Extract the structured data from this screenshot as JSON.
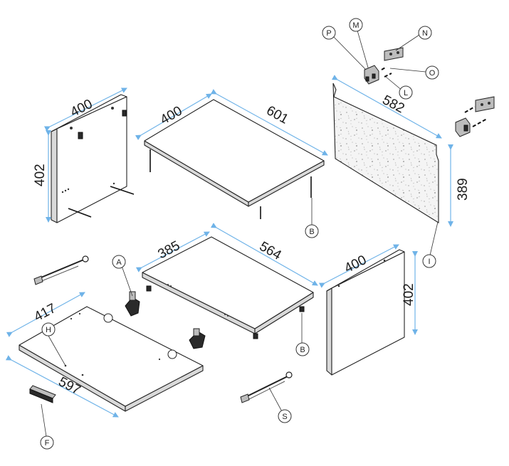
{
  "title": "Cabinet assembly exploded view",
  "colors": {
    "dimension_arrow": "#6fb3e8",
    "outline": "#222222",
    "speckle": "#9a9a9a"
  },
  "dimensions": {
    "left_side_width": "400",
    "left_side_height": "402",
    "top_depth": "400",
    "top_width": "601",
    "back_width": "582",
    "back_height": "389",
    "shelf_depth": "385",
    "shelf_width": "564",
    "right_side_width": "400",
    "right_side_height": "402",
    "bottom_depth": "417",
    "bottom_width": "597"
  },
  "callouts": {
    "P": "P",
    "M": "M",
    "N": "N",
    "O": "O",
    "L": "L",
    "B_top": "B",
    "I": "I",
    "A": "A",
    "B_shelf": "B",
    "H": "H",
    "F": "F",
    "S": "S"
  }
}
